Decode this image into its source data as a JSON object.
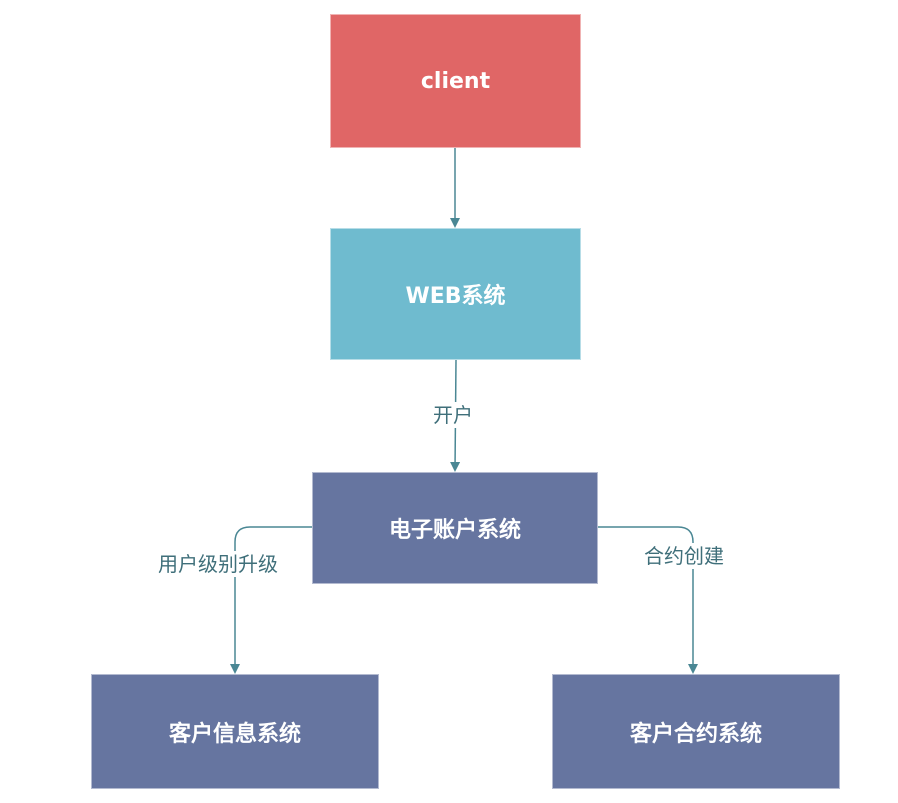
{
  "colors": {
    "client_fill": "#e06666",
    "web_fill": "#6fbbcf",
    "system_fill": "#6675a0",
    "edge_color": "#4a8794",
    "label_color": "#3f6f7a"
  },
  "nodes": {
    "client": "client",
    "web": "WEB系统",
    "account": "电子账户系统",
    "customer_info": "客户信息系统",
    "customer_contract": "客户合约系统"
  },
  "edges": {
    "open_account": "开户",
    "user_level_upgrade": "用户级别升级",
    "contract_create": "合约创建"
  }
}
